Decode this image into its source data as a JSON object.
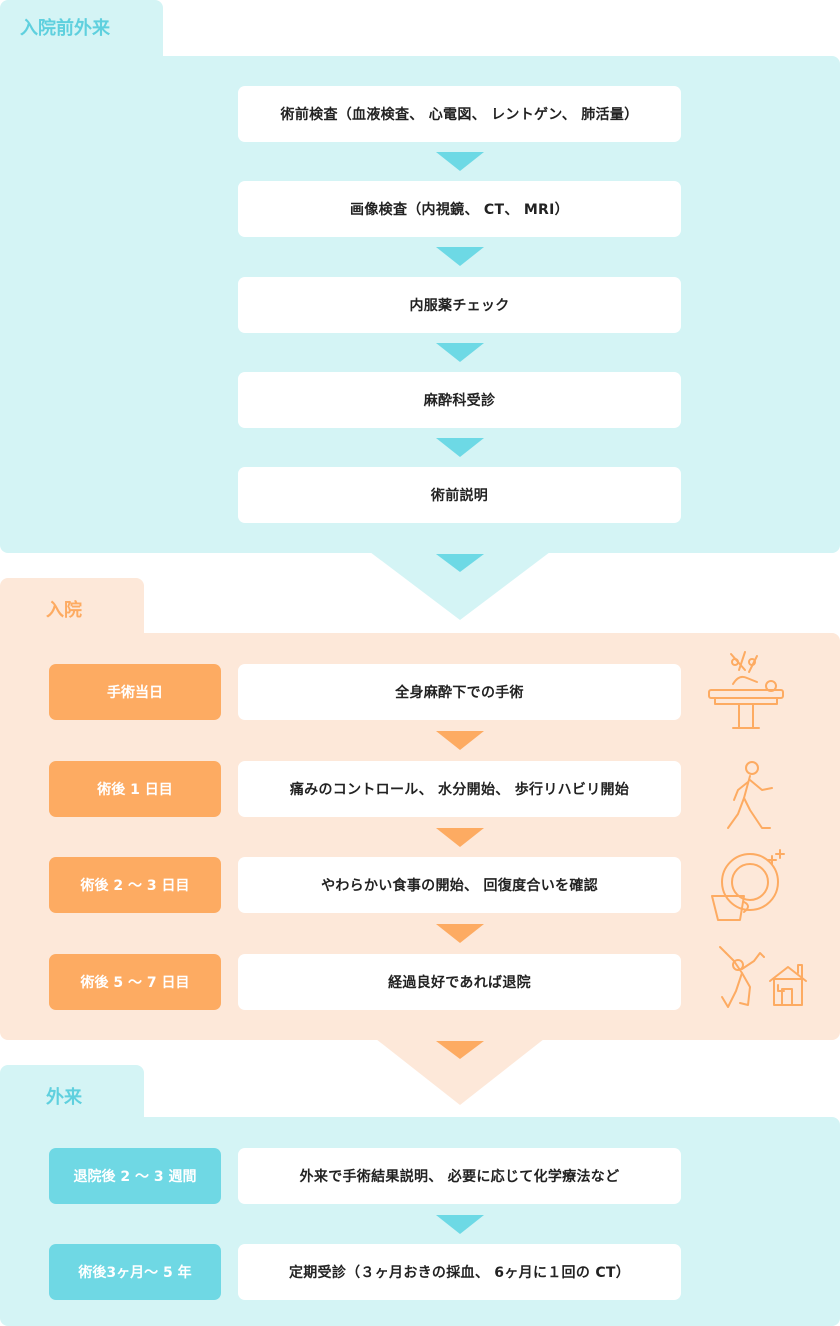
{
  "sections": {
    "preop": {
      "title": "入院前外来",
      "steps": [
        "術前検査（血液検査、 心電図、 レントゲン、 肺活量）",
        "画像検査（内視鏡、 CT、 MRI）",
        "内服薬チェック",
        "麻酔科受診",
        "術前説明"
      ]
    },
    "admission": {
      "title": "入院",
      "rows": [
        {
          "label": "手術当日",
          "text": "全身麻酔下での手術",
          "icon": "surgery-icon"
        },
        {
          "label": "術後 1 日目",
          "text": "痛みのコントロール、 水分開始、 歩行リハビリ開始",
          "icon": "walking-icon"
        },
        {
          "label": "術後 2 ～ 3 日目",
          "text": "やわらかい食事の開始、 回復度合いを確認",
          "icon": "meal-icon"
        },
        {
          "label": "術後 5 ～ 7 日目",
          "text": "経過良好であれば退院",
          "icon": "discharge-home-icon"
        }
      ]
    },
    "outpatient": {
      "title": "外来",
      "rows": [
        {
          "label": "退院後 2 ～ 3 週間",
          "text": "外来で手術結果説明、 必要に応じて化学療法など"
        },
        {
          "label": "術後3ヶ月～ 5 年",
          "text": "定期受診（３ヶ月おきの採血、 6ヶ月に１回の CT）"
        }
      ]
    }
  },
  "colors": {
    "cyan_bg": "#d4f4f5",
    "cyan_accent": "#6dd9e5",
    "orange_bg": "#fde8d9",
    "orange_accent": "#fdab62"
  }
}
